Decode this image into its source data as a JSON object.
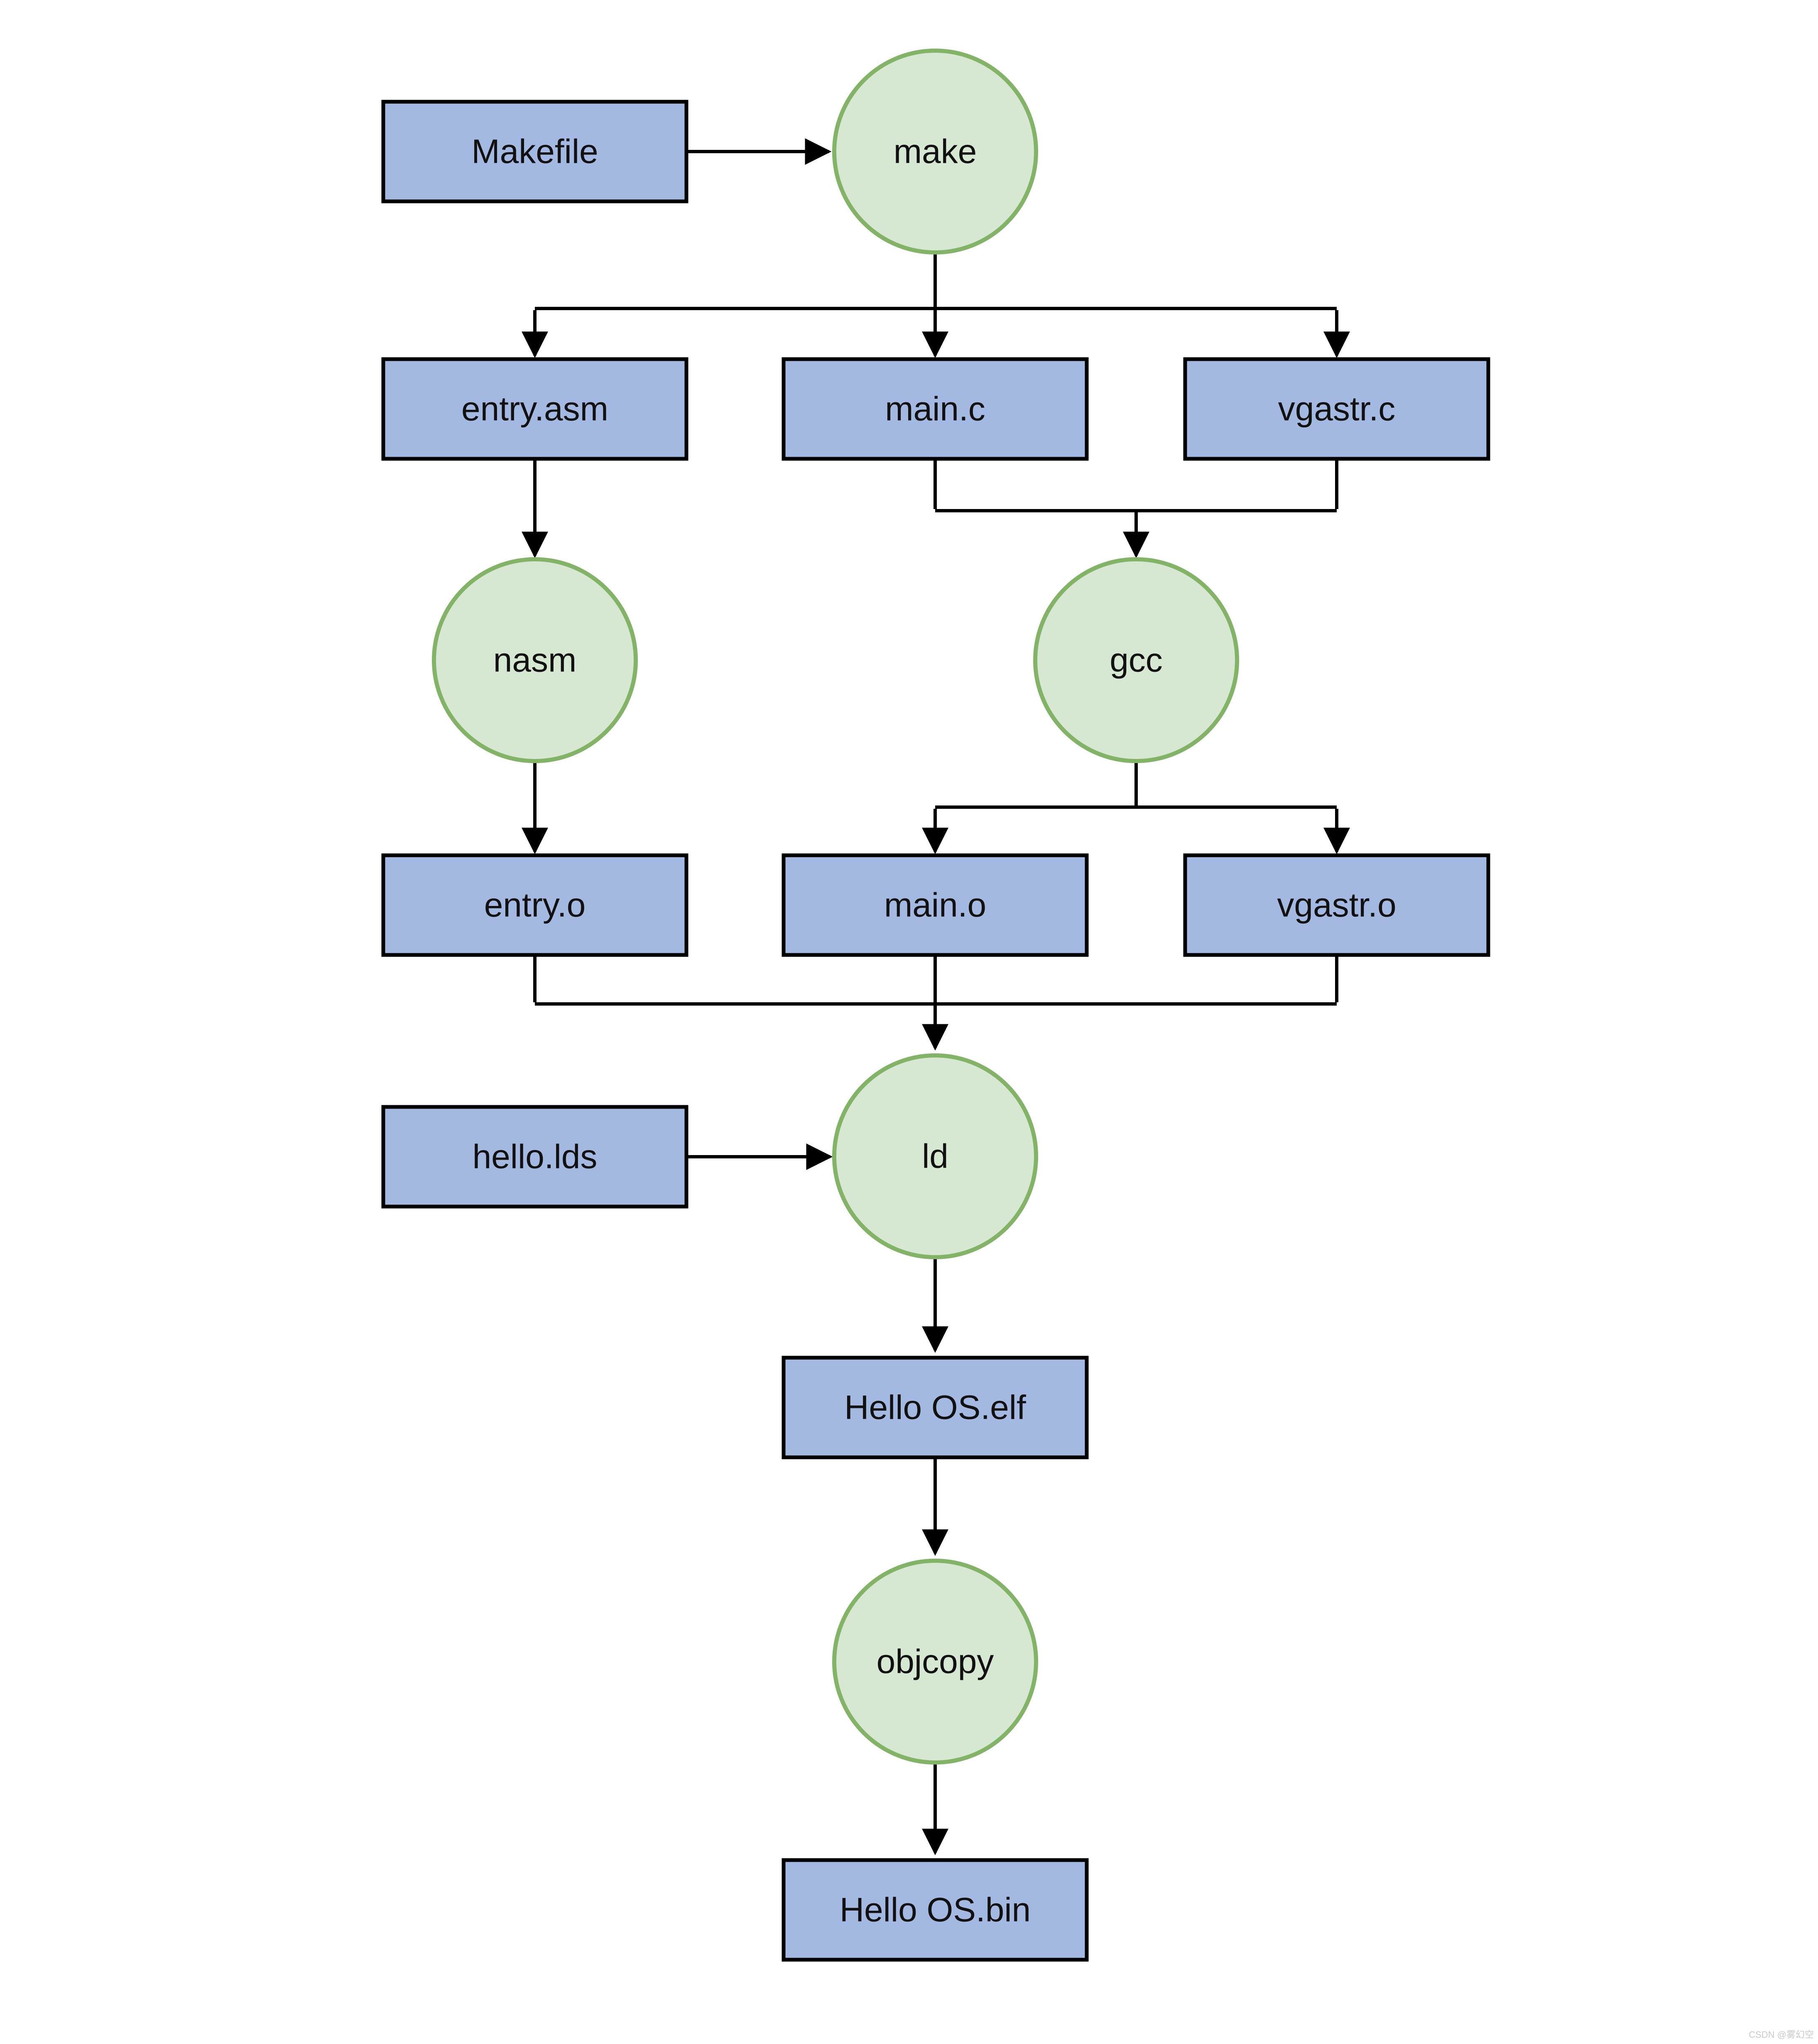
{
  "diagram": {
    "type": "flowchart",
    "description": "Hello OS build toolchain flow",
    "watermark": "CSDN @雾幻空",
    "colors": {
      "background": "#ffffff",
      "file_fill": "#a4b9e1",
      "file_border": "#000000",
      "tool_fill": "#d6e8d2",
      "tool_border": "#82b366",
      "edge": "#000000",
      "text": "#111111",
      "watermark_text": "#c9c9c9"
    },
    "nodes": {
      "makefile": {
        "label": "Makefile",
        "type": "file"
      },
      "make": {
        "label": "make",
        "type": "tool"
      },
      "entry_asm": {
        "label": "entry.asm",
        "type": "file"
      },
      "main_c": {
        "label": "main.c",
        "type": "file"
      },
      "vgastr_c": {
        "label": "vgastr.c",
        "type": "file"
      },
      "nasm": {
        "label": "nasm",
        "type": "tool"
      },
      "gcc": {
        "label": "gcc",
        "type": "tool"
      },
      "entry_o": {
        "label": "entry.o",
        "type": "file"
      },
      "main_o": {
        "label": "main.o",
        "type": "file"
      },
      "vgastr_o": {
        "label": "vgastr.o",
        "type": "file"
      },
      "hello_lds": {
        "label": "hello.lds",
        "type": "file"
      },
      "ld": {
        "label": "ld",
        "type": "tool"
      },
      "hello_os_elf": {
        "label": "Hello OS.elf",
        "type": "file"
      },
      "objcopy": {
        "label": "objcopy",
        "type": "tool"
      },
      "hello_os_bin": {
        "label": "Hello OS.bin",
        "type": "file"
      }
    },
    "edges": [
      {
        "from": "Makefile",
        "to": "make"
      },
      {
        "from": "make",
        "to": "entry.asm"
      },
      {
        "from": "make",
        "to": "main.c"
      },
      {
        "from": "make",
        "to": "vgastr.c"
      },
      {
        "from": "entry.asm",
        "to": "nasm"
      },
      {
        "from": "main.c",
        "to": "gcc"
      },
      {
        "from": "vgastr.c",
        "to": "gcc"
      },
      {
        "from": "nasm",
        "to": "entry.o"
      },
      {
        "from": "gcc",
        "to": "main.o"
      },
      {
        "from": "gcc",
        "to": "vgastr.o"
      },
      {
        "from": "entry.o",
        "to": "ld"
      },
      {
        "from": "main.o",
        "to": "ld"
      },
      {
        "from": "vgastr.o",
        "to": "ld"
      },
      {
        "from": "hello.lds",
        "to": "ld"
      },
      {
        "from": "ld",
        "to": "Hello OS.elf"
      },
      {
        "from": "Hello OS.elf",
        "to": "objcopy"
      },
      {
        "from": "objcopy",
        "to": "Hello OS.bin"
      }
    ]
  }
}
